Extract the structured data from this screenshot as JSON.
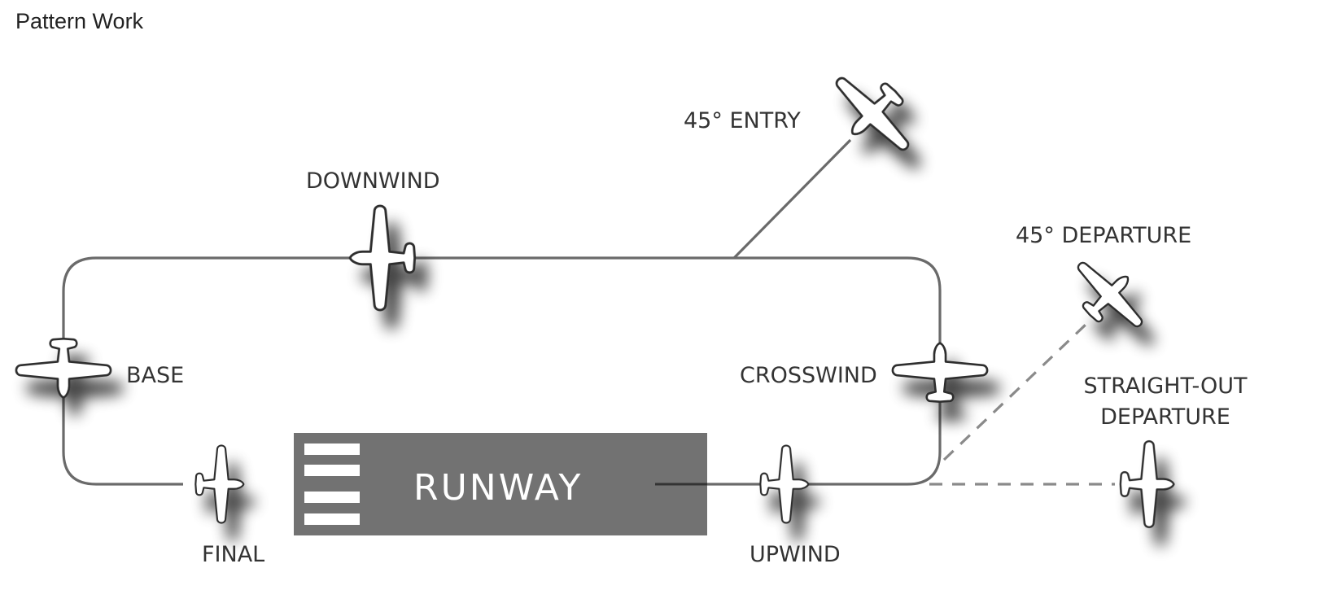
{
  "header": {
    "title": "Pattern Work"
  },
  "diagram": {
    "runway": {
      "label": "RUNWAY",
      "color": "#727272",
      "threshold_bars": 4
    },
    "legs": [
      {
        "id": "final",
        "label": "FINAL"
      },
      {
        "id": "base",
        "label": "BASE"
      },
      {
        "id": "downwind",
        "label": "DOWNWIND"
      },
      {
        "id": "crosswind",
        "label": "CROSSWIND"
      },
      {
        "id": "upwind",
        "label": "UPWIND"
      },
      {
        "id": "entry",
        "label": "45° ENTRY"
      },
      {
        "id": "departure45",
        "label": "45° DEPARTURE"
      },
      {
        "id": "straight_out",
        "label_lines": [
          "STRAIGHT-OUT",
          "DEPARTURE"
        ]
      }
    ],
    "colors": {
      "pattern_line": "#6a6a6a",
      "dashed_line": "#8a8a8a",
      "plane_outline": "#2e2e2e",
      "text": "#333333"
    }
  }
}
